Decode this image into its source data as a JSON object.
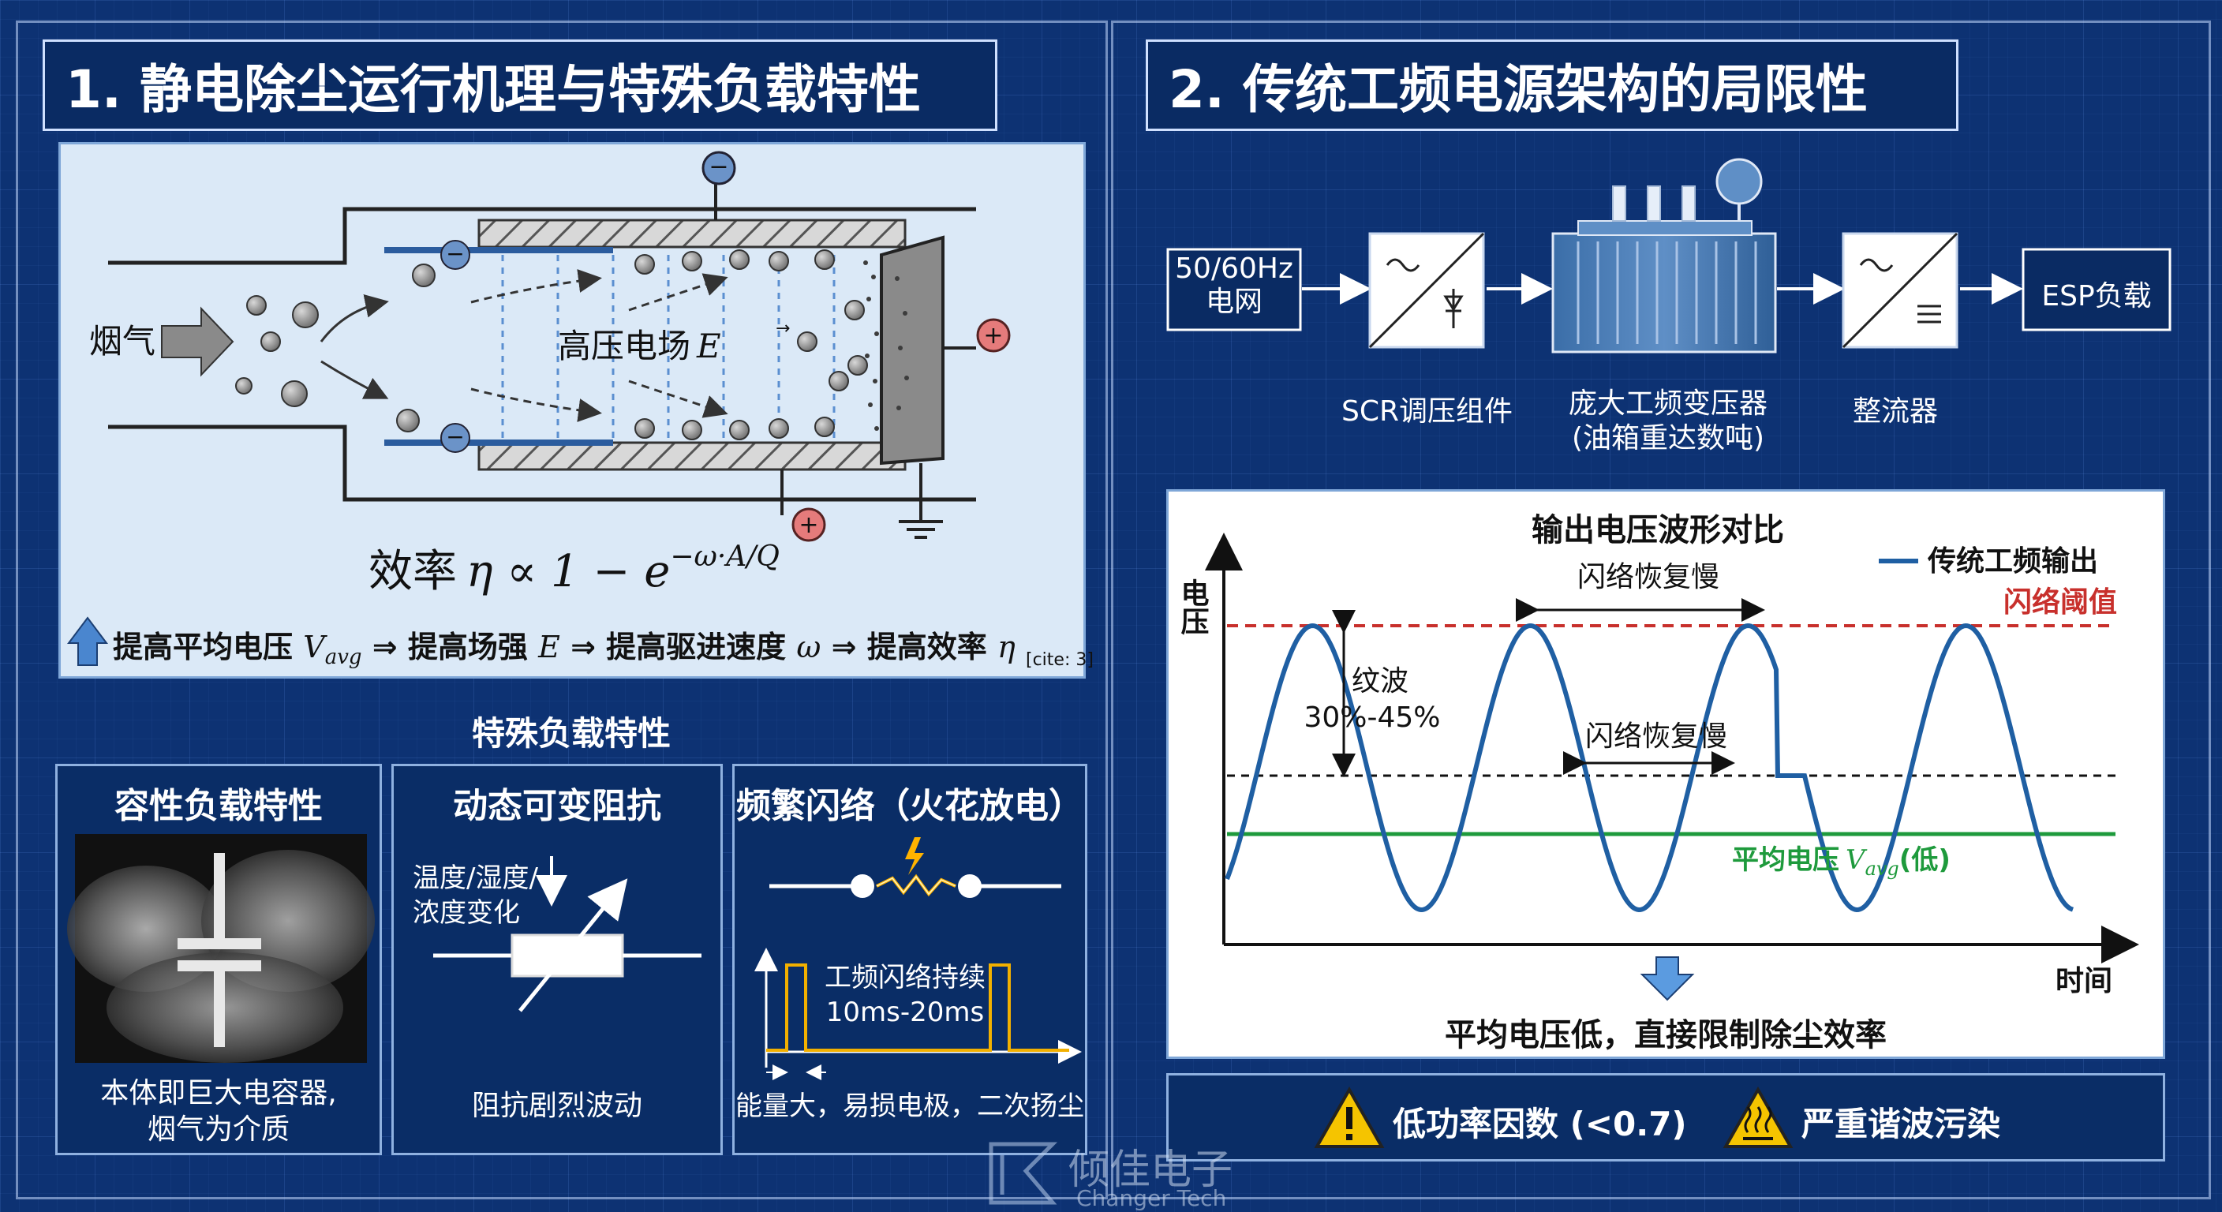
{
  "left": {
    "title": "1. 静电除尘运行机理与特殊负载特性",
    "esp": {
      "gas_label": "烟气",
      "field_label": "高压电场",
      "field_symbol": "E",
      "efficiency_text": "效率",
      "efficiency_formula": "η ∝ 1 − e",
      "efficiency_exponent": "−ω·A/Q",
      "chain": {
        "a_text": "提高平均电压",
        "a_sym": "V",
        "a_sub": "avg",
        "b_text": "提高场强",
        "b_sym": "E",
        "c_text": "提高驱进速度",
        "c_sym": "ω",
        "d_text": "提高效率",
        "d_sym": "η",
        "arrow": "⇒",
        "cite": "[cite: 3]"
      }
    },
    "special_title": "特殊负载特性",
    "cards": [
      {
        "title": "容性负载特性",
        "caption_1": "本体即巨大电容器,",
        "caption_2": "烟气为介质"
      },
      {
        "title": "动态可变阻抗",
        "note_1": "温度/湿度/",
        "note_2": "浓度变化",
        "caption_1": "阻抗剧烈波动"
      },
      {
        "title": "频繁闪络（火花放电）",
        "pulse_1": "工频闪络持续",
        "pulse_2": "10ms-20ms",
        "caption_1": "能量大，易损电极，二次扬尘"
      }
    ]
  },
  "right": {
    "title": "2. 传统工频电源架构的局限性",
    "chain": {
      "grid_1": "50/60Hz",
      "grid_2": "电网",
      "scr": "SCR调压组件",
      "transformer_1": "庞大工频变压器",
      "transformer_2": "(油箱重达数吨)",
      "rectifier": "整流器",
      "load": "ESP负载"
    },
    "chart": {
      "title": "输出电压波形对比",
      "ylabel": "电压",
      "xlabel": "时间",
      "legend": "传统工频输出",
      "threshold_label": "闪络阈值",
      "ripple_1": "纹波",
      "ripple_2": "30%-45%",
      "recovery_1": "闪络恢复慢",
      "recovery_2": "闪络恢复慢",
      "avg_label": "平均电压",
      "avg_sym": "V",
      "avg_sub": "avg",
      "avg_suffix": "(低)",
      "conclusion": "平均电压低，直接限制除尘效率"
    },
    "warnings": {
      "pf": "低功率因数 (<0.7)",
      "harmonic": "严重谐波污染"
    }
  },
  "watermark": {
    "cn": "倾佳电子",
    "en": "Changer Tech"
  },
  "colors": {
    "navy": "#0d3273",
    "wave": "#1f5fa3",
    "threshold": "#c8302c",
    "avg": "#1e9a3c",
    "warning": "#f5c400"
  }
}
